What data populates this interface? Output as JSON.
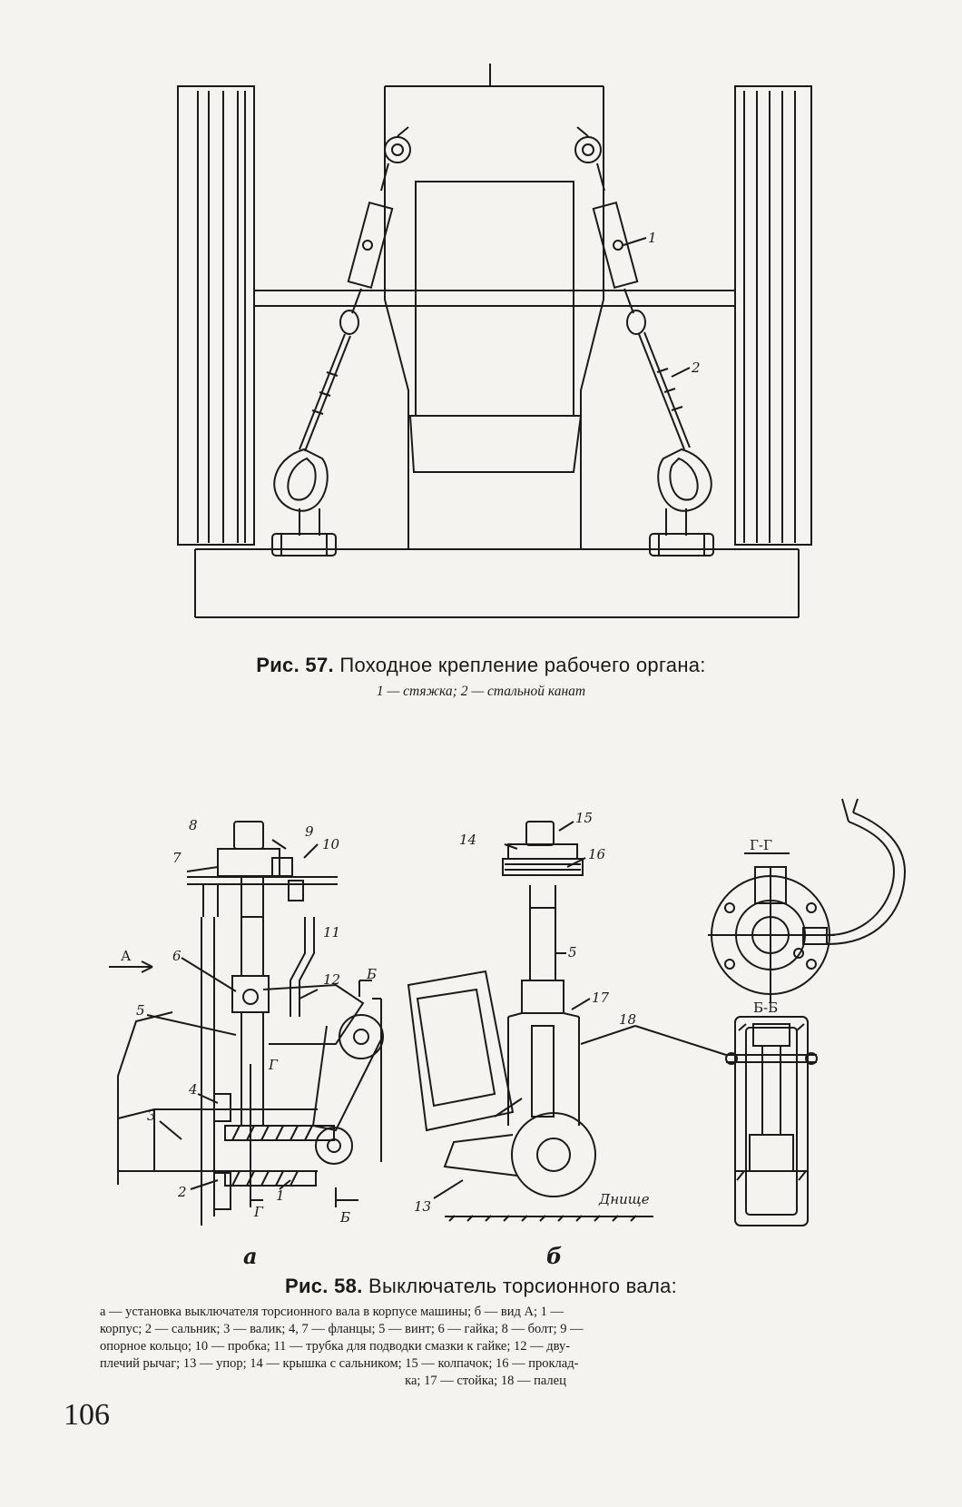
{
  "fig57": {
    "number": "Рис. 57.",
    "title": "Походное крепление рабочего органа:",
    "legend": "1 — стяжка;  2 — стальной канат",
    "callouts": [
      "1",
      "2"
    ]
  },
  "fig58": {
    "number": "Рис. 58.",
    "title": "Выключатель торсионного вала:",
    "legend_lines": [
      "а — установка выключателя торсионного вала в корпусе машины;  б — вид А;  1 —",
      "корпус;  2 — сальник;  3 — валик;  4, 7 — фланцы;  5 — винт;  6 — гайка;  8 — болт;  9 —",
      "опорное кольцо;  10 — пробка;  11 — трубка для подводки смазки к гайке;  12 — дву-",
      "плечий рычаг;  13 — упор;  14 — крышка с сальником;  15 — колпачок;  16 — проклад-",
      "ка;  17 — стойка;  18 — палец"
    ],
    "view_a": {
      "sublabel": "а",
      "arrow_label": "А",
      "callouts": [
        "8",
        "9",
        "10",
        "7",
        "11",
        "6",
        "12",
        "5",
        "4",
        "3",
        "2",
        "1"
      ],
      "section_marks": [
        "Б",
        "Г",
        "Г",
        "Б"
      ]
    },
    "view_b": {
      "sublabel": "б",
      "callouts": [
        "15",
        "14",
        "16",
        "5",
        "17",
        "18",
        "13"
      ],
      "floor_label": "Днище"
    },
    "sections": {
      "gg": "Г-Г",
      "bb": "Б-Б"
    }
  },
  "page_number": "106"
}
